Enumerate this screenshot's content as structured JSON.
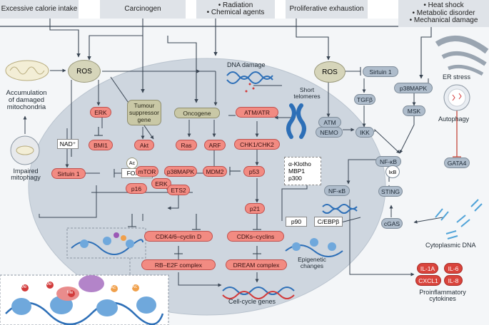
{
  "top_causes": {
    "calorie": "Excessive calorie intake",
    "carcinogen": "Carcinogen",
    "radiation_line1": "• Radiation",
    "radiation_line2": "• Chemical agents",
    "proliferative": "Proliferative exhaustion",
    "heat_line1": "• Heat shock",
    "heat_line2": "• Metabolic disorder",
    "heat_line3": "• Mechanical damage"
  },
  "left_panel": {
    "accumulation_line1": "Accumulation",
    "accumulation_line2": "of damaged",
    "accumulation_line3": "mitochondria",
    "impaired_line1": "Impaired",
    "impaired_line2": "mitophagy"
  },
  "nodes": {
    "ros_left": "ROS",
    "ros_right": "ROS",
    "erk_top": "ERK",
    "bmi1": "BMI1",
    "nad": "NAD⁺",
    "sirtuin1_left": "Sirtuin 1",
    "foxo3": "FOXO3",
    "ac_marker": "Ac",
    "p16": "p16",
    "tumour_line1": "Tumour",
    "tumour_line2": "suppressor",
    "tumour_line3": "gene",
    "oncogene": "Oncogene",
    "akt": "Akt",
    "ras": "Ras",
    "arf": "ARF",
    "mtor": "mTOR",
    "p38mapk_mid": "p38MAPK",
    "erk_mid": "ERK",
    "mdm2": "MDM2",
    "ets2": "ETS2",
    "dna_damage": "DNA damage",
    "atm_atr": "ATM/ATR",
    "chk": "CHK1/CHK2",
    "p53": "p53",
    "p21": "p21",
    "klotho": "α-Klotho",
    "mbp1": "MBP1",
    "p300": "p300",
    "cdk46": "CDK4/6–cyclin D",
    "cdks": "CDKs–cyclins",
    "rb": "RB–E2F complex",
    "dream": "DREAM complex",
    "cell_cycle": "Cell-cycle genes",
    "p90": "p90",
    "cebp": "C/EBPβ",
    "epigenetic_line1": "Epigenetic",
    "epigenetic_line2": "changes",
    "short_line1": "Short",
    "short_line2": "telomeres",
    "sirtuin1_right": "Sirtuin 1",
    "tgfb": "TGFβ",
    "atm": "ATM",
    "nemo": "NEMO",
    "ikk": "IKK",
    "p38mapk_right": "p38MAPK",
    "msk": "MSK",
    "er_stress": "ER stress",
    "autophagy": "Autophagy",
    "nfkb_main": "NF-κB",
    "ikb": "IκB",
    "nfkb_small": "NF-κB",
    "gata4": "GATA4",
    "sting": "STING",
    "cgas": "cGAS",
    "cyto_dna": "Cytoplasmic DNA",
    "il1a": "IL-1A",
    "il6": "IL-6",
    "cxcl1": "CXCL1",
    "il8": "IL-8",
    "pro_line1": "Proinflammatory",
    "pro_line2": "cytokines"
  },
  "histone_marks": {
    "me1": "Me",
    "me2": "Me",
    "me3": "Me",
    "ac1": "Ac",
    "ac2": "Ac"
  },
  "colors": {
    "nucleus": "#ced6df",
    "red_node": "#f28b82",
    "gray_node": "#aebccb",
    "ros": "#d6d5ba",
    "arrow": "#3a4654",
    "inhibit": "#c0392b"
  }
}
